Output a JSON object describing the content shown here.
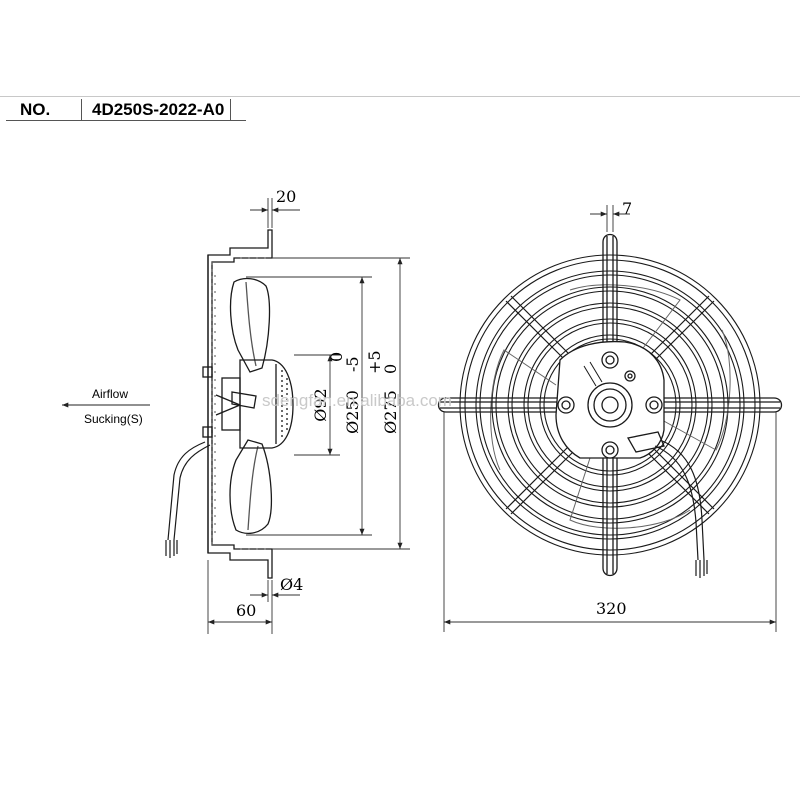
{
  "title_block": {
    "no_label": "NO.",
    "model": "4D250S-2022-A0"
  },
  "labels": {
    "airflow": "Airflow",
    "sucking": "Sucking(S)"
  },
  "dimensions": {
    "flange_width": "20",
    "depth": "60",
    "hole_dia": "Ø4",
    "hub_dia": "Ø92",
    "blade_dia_main": "Ø250",
    "blade_dia_tol_upper": "0",
    "blade_dia_tol_lower": "-5",
    "guard_dia_main": "Ø275",
    "guard_dia_tol_upper": "+5",
    "guard_dia_tol_lower": "0",
    "spoke_width": "7",
    "overall_width": "320"
  },
  "watermark": "sdengfan.en.alibaba.com",
  "colors": {
    "line": "#1a1a1a",
    "dim_line": "#333333",
    "watermark": "#c9c9c9"
  }
}
